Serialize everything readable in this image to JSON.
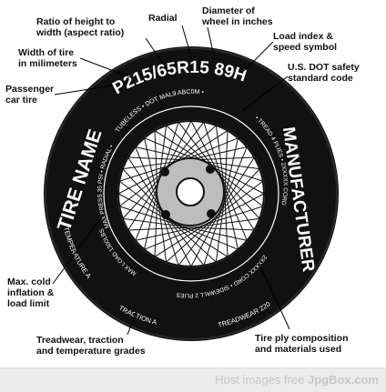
{
  "callouts": {
    "aspect_ratio": "Ratio of height to\nwidth (aspect ratio)",
    "radial": "Radial",
    "wheel_diameter": "Diameter of\nwheel in inches",
    "load_index": "Load index &\nspeed symbol",
    "tire_width": "Width of tire\nin milimeters",
    "dot_code": "U.S. DOT safety\nstandard code",
    "passenger": "Passenger\ncar tire",
    "max_inflation": "Max. cold\ninflation &\nload limit",
    "treadwear": "Treadwear, traction\nand temperature grades",
    "ply": "Tire ply composition\nand materials used"
  },
  "tire_text": {
    "size_code": "P215/65R15 89H",
    "name": "TIRE NAME",
    "manufacturer": "MANUFACTURER",
    "inner_top": "TUBELESS • DOT MAL9 ABC0M •",
    "inner_left": "MAX PRESS 35 PSI • RADIAL •",
    "inner_right": "• TREAD 4 PLIES • 2XXXXX CORD",
    "inner_bottom_left": "MAX LOAD 1300LBS",
    "inner_bottom": "2XXXXX CORD • SIDEWALL 2 PLIES",
    "grades_left": "TEMPERATURE A",
    "grades_mid": "TRACTION A",
    "grades_right": "TREADWEAR 220"
  },
  "footer": {
    "prefix": "Host images free",
    "brand": "JpgBox.com"
  },
  "colors": {
    "tire": "#111111",
    "rim": "#ffffff",
    "hub": "#bdbdbd",
    "text_on_tire": "#ffffff"
  }
}
